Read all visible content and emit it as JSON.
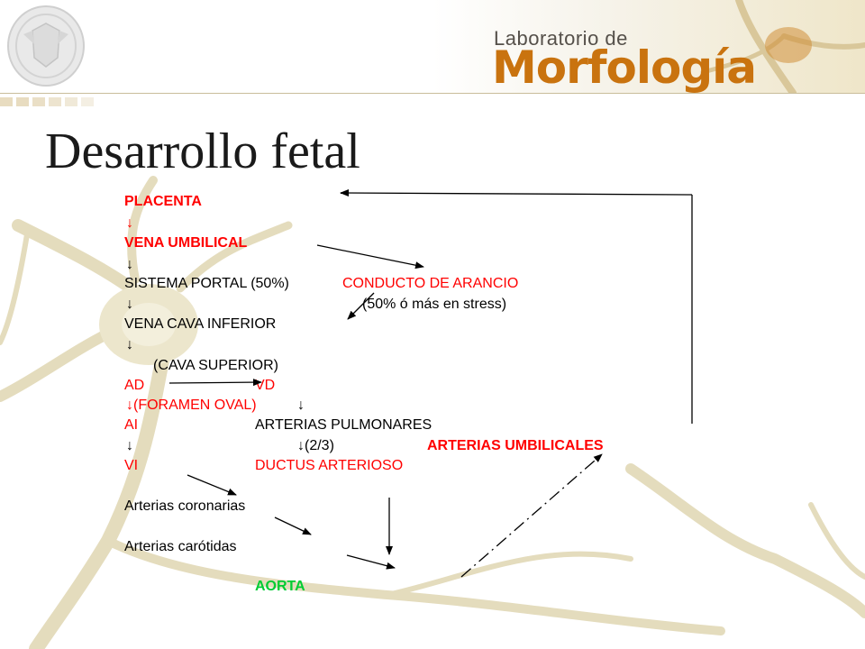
{
  "header": {
    "lab_line1": "Laboratorio de",
    "lab_line2": "Morfología"
  },
  "title": "Desarrollo fetal",
  "flow": {
    "placenta": "PLACENTA",
    "arrow_down": "↓",
    "vena_umbilical": "VENA UMBILICAL",
    "sistema_portal": "SISTEMA PORTAL (50%)",
    "conducto_arancio": "CONDUCTO DE ARANCIO",
    "stress_note": "(50% ó más en stress)",
    "vena_cava_inferior": "VENA CAVA INFERIOR",
    "cava_superior": "(CAVA SUPERIOR)",
    "ad": "AD",
    "vd": "VD",
    "foramen_oval": "↓(FORAMEN OVAL)",
    "ai": "AI",
    "arterias_pulmonares": "ARTERIAS PULMONARES",
    "two_thirds": "↓(2/3)",
    "arterias_umbilicales": "ARTERIAS UMBILICALES",
    "vi": "VI",
    "ductus_arterioso": "DUCTUS ARTERIOSO",
    "arterias_coronarias": "Arterias coronarias",
    "arterias_carotidas": "Arterias carótidas",
    "aorta": "AORTA"
  },
  "colors": {
    "red": "#ff0000",
    "green": "#00cc33",
    "brand_orange": "#c9730f",
    "neuron_tan": "#d8cfa8"
  }
}
